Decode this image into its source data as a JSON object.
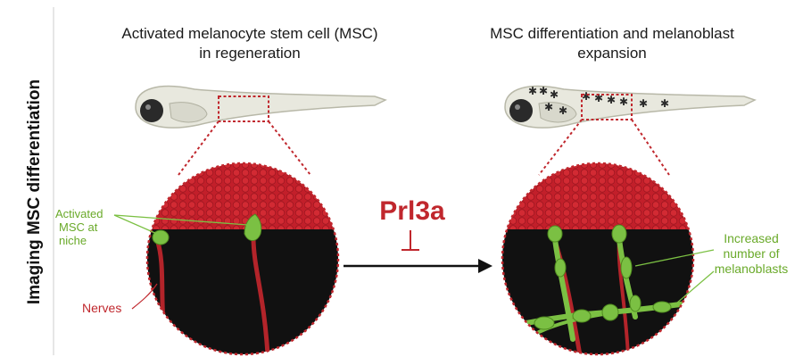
{
  "side_label": "Imaging MSC differentiation",
  "left_panel": {
    "title_line1": "Activated melanocyte stem cell (MSC)",
    "title_line2": "in regeneration",
    "label_msc_line1": "Activated",
    "label_msc_line2": "MSC at",
    "label_msc_line3": "niche",
    "label_nerves": "Nerves"
  },
  "right_panel": {
    "title_line1": "MSC differentiation and melanoblast",
    "title_line2": "expansion",
    "label_line1": "Increased",
    "label_line2": "number of",
    "label_line3": "melanoblasts"
  },
  "center": {
    "gene": "Prl3a",
    "inhibit_symbol": "⊥"
  },
  "colors": {
    "red": "#c0272d",
    "green": "#7bc043",
    "label_green": "#6aaa2a",
    "black": "#111111",
    "fish": "#e8e8de"
  }
}
